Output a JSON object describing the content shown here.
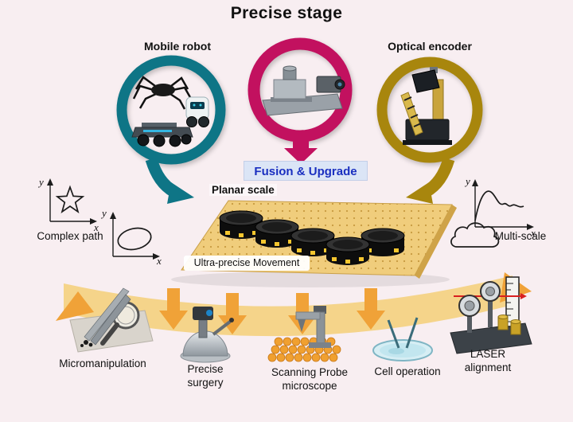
{
  "title": "Precise stage",
  "sources": {
    "mobile_robot": "Mobile robot",
    "optical_encoder": "Optical encoder"
  },
  "fusion_label": "Fusion & Upgrade",
  "platform": {
    "scale_label": "Planar scale",
    "movement_label": "Ultra-precise Movement"
  },
  "capabilities": {
    "complex_path": "Complex path",
    "multi_scale": "Multi-scale"
  },
  "axes": {
    "x": "x",
    "y": "y"
  },
  "applications": [
    {
      "label": "Micromanipulation"
    },
    {
      "label": "Precise surgery"
    },
    {
      "label": "Scanning Probe microscope"
    },
    {
      "label": "Cell operation"
    },
    {
      "label": "LASER alignment"
    }
  ],
  "colors": {
    "background": "#f8eef1",
    "mobile_robot_ring": "#0e7586",
    "stage_ring": "#c2115f",
    "encoder_ring": "#a8860d",
    "fusion_text": "#1a2fc0",
    "band": "#f5d48a",
    "arrow_orange": "#f0a238",
    "platform": "#f0cd7c"
  }
}
